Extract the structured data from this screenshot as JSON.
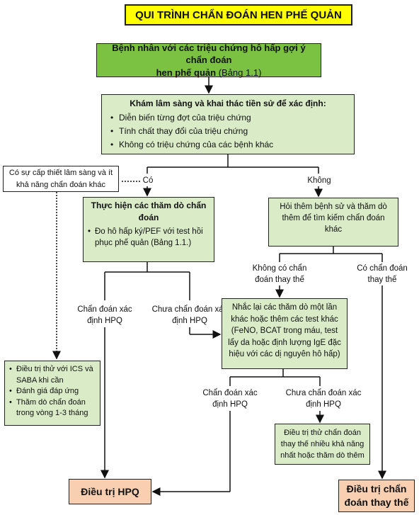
{
  "title": "QUI TRÌNH CHẨN ĐOÁN HEN PHẾ QUẢN",
  "box_patient": {
    "line1": "Bệnh nhân với các triệu chứng hô hấp  gợi ý chẩn đoán",
    "line2_bold": "hen phế quản",
    "line2_rest": " (Bảng 1.1)"
  },
  "box_exam": {
    "heading": "Khám lâm sàng và khai thác tiền sử để xác định:",
    "items": [
      "Diễn biến từng đợt của triệu chứng",
      "Tính chất thay đổi của triệu chứng",
      "Không có triệu chứng của các bệnh khác"
    ]
  },
  "note_urgent": "Có sự cấp thiết lâm sàng và ít khả năng chẩn đoán khác",
  "label_yes": "Có",
  "label_no": "Không",
  "box_tests": {
    "heading": "Thực hiện các thăm dò chẩn đoán",
    "item": "Đo hô hấp ký/PEF với test hồi phục phế quản (Bảng 1.1.)"
  },
  "box_history": "Hỏi  thêm bệnh sử và thăm dò thêm để tìm kiếm chẩn đoán khác",
  "label_no_alt": "Không có chẩn đoán thay thế",
  "label_has_alt": "Có chẩn đoán thay thế",
  "label_confirmed_1": "Chẩn đoán xác định HPQ",
  "label_unconfirmed_1": "Chưa chẩn đoán xác định HPQ",
  "box_repeat": "Nhắc lại các thăm dò một lần khác hoặc thêm các test khác (FeNO, BCAT trong máu, test lẩy da hoặc định lượng IgE đặc hiệu với các dị nguyên hô hấp)",
  "box_trial": {
    "items": [
      "Điều trị thử với ICS và SABA khi cần",
      "Đánh giá đáp ứng",
      "Thăm dò chẩn đoán trong vòng 1-3 tháng"
    ]
  },
  "label_confirmed_2": "Chẩn đoán xác định HPQ",
  "label_unconfirmed_2": "Chưa chẩn đoán xác định HPQ",
  "box_trial_alt": "Điều trị thử chẩn đoán thay thế nhiều khả năng nhất hoặc thăm dò thêm",
  "outcome_hpq": "Điều trị HPQ",
  "outcome_alt": "Điều trị chẩn đoán thay thế"
}
